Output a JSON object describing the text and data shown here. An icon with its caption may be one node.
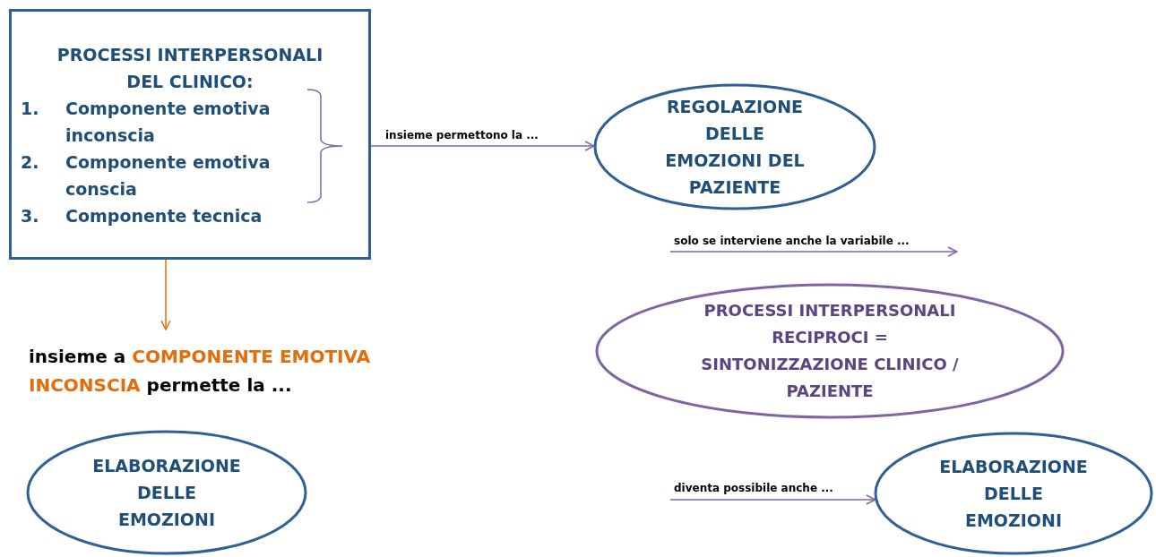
{
  "diagram": {
    "nodes": [
      {
        "text": [
          "PROCESSI INTERPERSONALI DEL CLINICO:",
          "1.",
          "Componente emotiva inconscia",
          "2.",
          "Componente emotiva conscia",
          "3.",
          "Componente tecnica"
        ]
      },
      {
        "text": [
          "REGOLAZIONE DELLE EMOZIONI DEL PAZIENTE"
        ]
      },
      {
        "text": [
          "insieme a",
          "COMPONENTE EMOTIVA INCONSCIA",
          "permette la ..."
        ]
      },
      {
        "text": [
          "ELABORAZIONE DELLE EMOZIONI"
        ]
      },
      {
        "text": [
          "PROCESSI INTERPERSONALI RECIPROCI = SINTONIZZAZIONE CLINICO / PAZIENTE"
        ]
      },
      {
        "text": [
          "ELABORAZIONE DELLE EMOZIONI"
        ]
      }
    ],
    "edges": [
      {
        "from": 0,
        "to": 1,
        "arrow": "to",
        "label": "insieme permettono la ..."
      },
      {
        "from": 0,
        "to": 2,
        "arrow": "to",
        "color": "#e46c0a"
      },
      {
        "from": null,
        "to": 5,
        "arrow": "to",
        "label": "diventa possibile anche ..."
      }
    ],
    "labels": [
      "solo se interviene anche la variabile ..."
    ]
  }
}
